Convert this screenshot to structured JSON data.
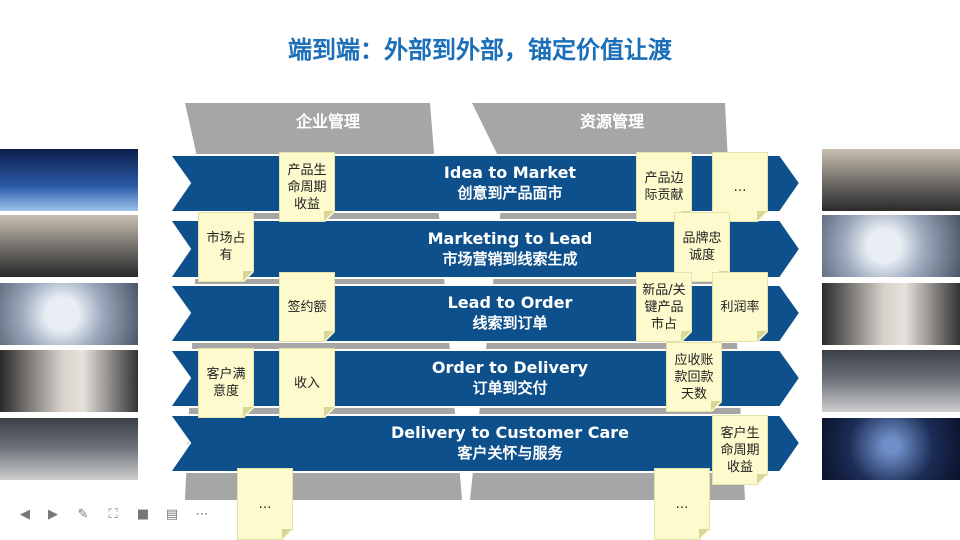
{
  "title": "端到端：外部到外部，锚定价值让渡",
  "categories": [
    "企业管理",
    "资源管理"
  ],
  "bands": [
    {
      "en": "Idea to Market",
      "zh": "创意到产品面市"
    },
    {
      "en": "Marketing to Lead",
      "zh": "市场营销到线索生成"
    },
    {
      "en": "Lead to Order",
      "zh": "线索到订单"
    },
    {
      "en": "Order to Delivery",
      "zh": "订单到交付"
    },
    {
      "en": "Delivery to Customer Care",
      "zh": "客户关怀与服务"
    }
  ],
  "notes": [
    "产品生命周期收益",
    "市场占有",
    "签约额",
    "客户满意度",
    "收入",
    "…",
    "产品边际贡献",
    "…",
    "品牌忠诚度",
    "新品/关键产品市占",
    "利润率",
    "应收账款回款天数",
    "客户生命周期收益",
    "…"
  ],
  "colors": {
    "band": "#0d508b",
    "gray": "#a6a6a6",
    "title": "#1a6fb8",
    "note": "#fdfbcd"
  },
  "toolbar_icons": [
    "prev-icon",
    "next-icon",
    "pen-icon",
    "screen-icon",
    "camera-icon",
    "subtitle-icon",
    "more-icon"
  ]
}
